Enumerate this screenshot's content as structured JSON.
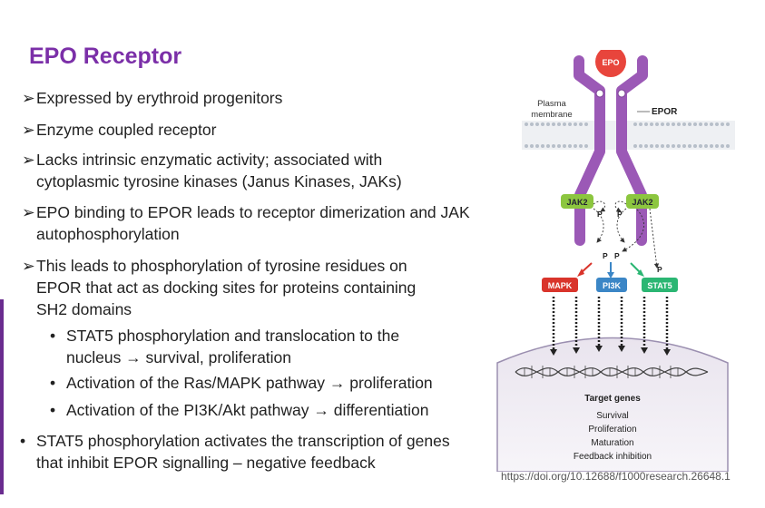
{
  "slide": {
    "title": "EPO Receptor",
    "bullets": [
      {
        "marker": "➢",
        "text": "Expressed by erythroid progenitors"
      },
      {
        "marker": "➢",
        "text": "Enzyme coupled receptor"
      },
      {
        "marker": "➢",
        "text": "Lacks intrinsic enzymatic activity; associated with cytoplasmic tyrosine kinases (Janus Kinases, JAKs)"
      },
      {
        "marker": "➢",
        "text": "EPO binding to EPOR leads to receptor dimerization and JAK autophosphorylation"
      },
      {
        "marker": "➢",
        "text": "This leads to phosphorylation of tyrosine residues on EPOR that act as docking sites for proteins containing SH2 domains"
      }
    ],
    "sub_bullets": [
      {
        "marker": "•",
        "text": "STAT5 phosphorylation and translocation to the nucleus → survival, proliferation"
      },
      {
        "marker": "•",
        "text": "Activation of the Ras/MAPK pathway → proliferation"
      },
      {
        "marker": "•",
        "text": "Activation of the PI3K/Akt pathway → differentiation"
      }
    ],
    "final_bullet": {
      "marker": "•",
      "text": "STAT5 phosphorylation activates the transcription of genes that inhibit EPOR signalling – negative feedback"
    },
    "doi": "https://doi.org/10.12688/f1000research.26648.1"
  },
  "figure": {
    "ligand": "EPO",
    "plasma_membrane_line1": "Plasma",
    "plasma_membrane_line2": "membrane",
    "receptor": "EPOR",
    "jak_left": "JAK2",
    "jak_right": "JAK2",
    "phospho": "P",
    "mapk": "MAPK",
    "pi3k": "PI3K",
    "stat5": "STAT5",
    "target_genes_title": "Target genes",
    "target_genes": [
      "Survival",
      "Proliferation",
      "Maturation",
      "Feedback inhibition"
    ],
    "colors": {
      "receptor": "#9b59b6",
      "epo": "#e8453c",
      "jak": "#8cc63f",
      "mapk": "#d9342b",
      "pi3k": "#3b86c6",
      "stat5": "#2bb673",
      "title": "#7b2fa8"
    }
  }
}
